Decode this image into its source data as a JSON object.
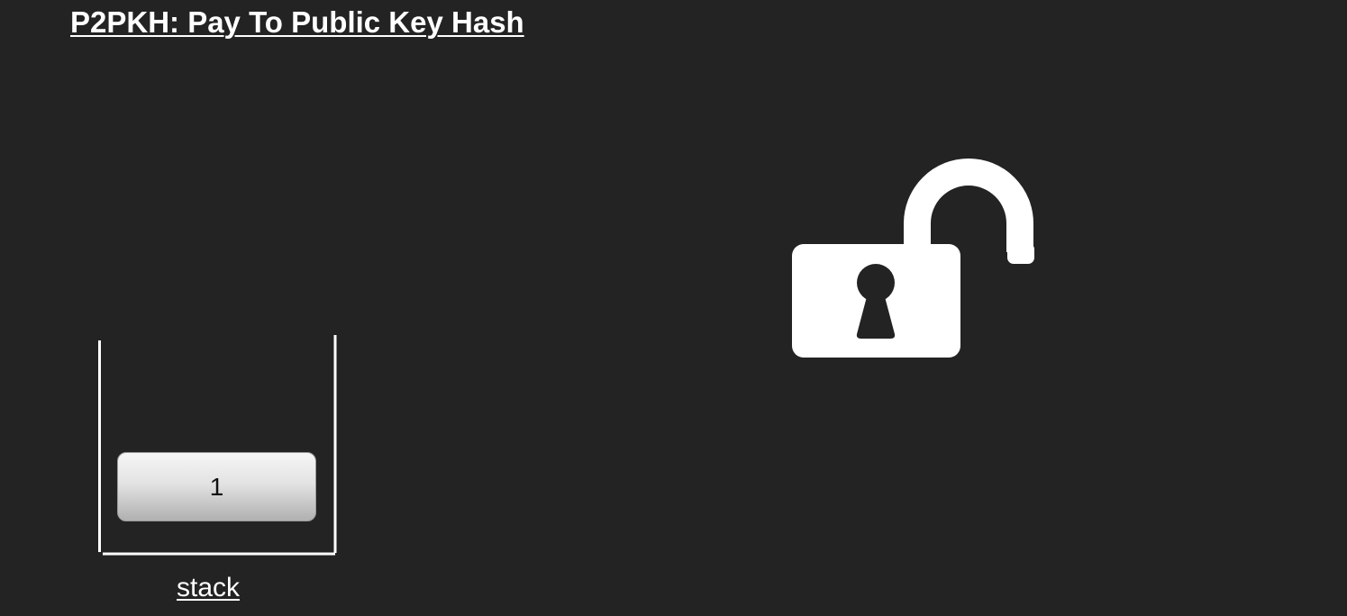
{
  "header": {
    "title": "P2PKH: Pay To Public Key Hash"
  },
  "stack": {
    "label": "stack",
    "items": [
      {
        "value": "1"
      }
    ]
  },
  "lock": {
    "icon": "unlocked-padlock-icon",
    "state": "unlocked",
    "color": "#ffffff"
  },
  "colors": {
    "background": "#232323",
    "foreground": "#ffffff"
  }
}
